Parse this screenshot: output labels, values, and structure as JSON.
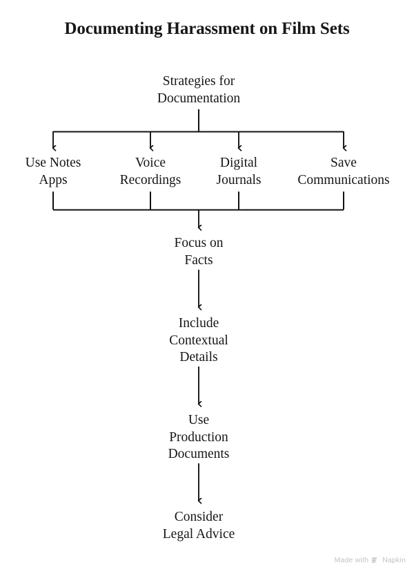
{
  "title": "Documenting Harassment on Film Sets",
  "theme": {
    "background": "#ffffff",
    "text_color": "#16161a",
    "title_color": "#17171a",
    "line_color": "#111111",
    "watermark_color": "#c3c3c8"
  },
  "diagram": {
    "type": "flowchart",
    "root": {
      "label": "Strategies for\nDocumentation"
    },
    "branches": [
      {
        "label": "Use Notes\nApps"
      },
      {
        "label": "Voice\nRecordings"
      },
      {
        "label": "Digital\nJournals"
      },
      {
        "label": "Save\nCommunications"
      }
    ],
    "chain": [
      {
        "label": "Focus on\nFacts"
      },
      {
        "label": "Include\nContextual\nDetails"
      },
      {
        "label": "Use\nProduction\nDocuments"
      },
      {
        "label": "Consider\nLegal Advice"
      }
    ]
  },
  "watermark": {
    "prefix": "Made with",
    "brand": "Napkin",
    "logo_icon": "napkin-logo-icon"
  }
}
